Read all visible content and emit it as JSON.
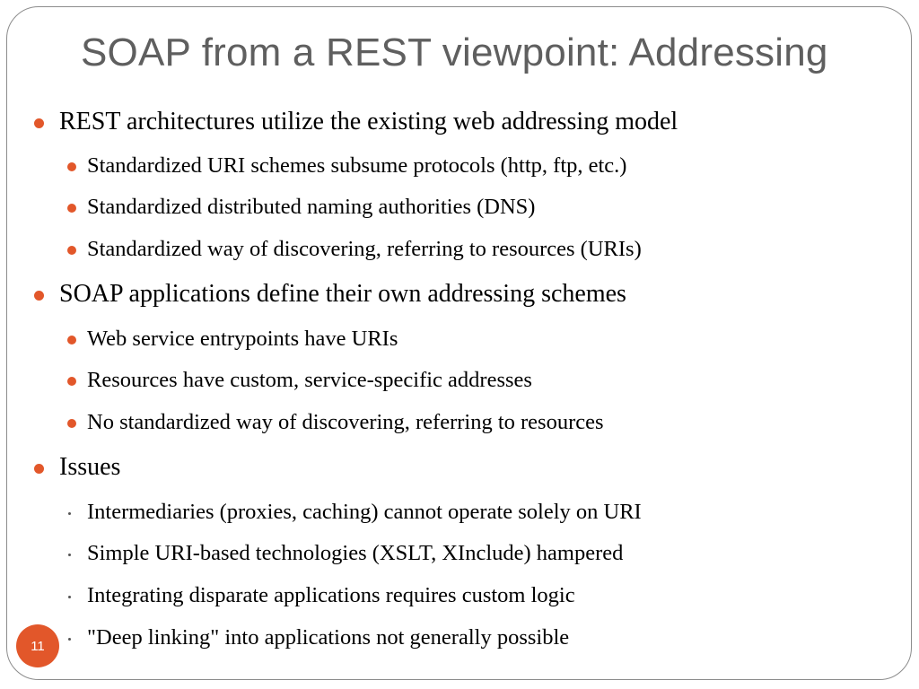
{
  "slide": {
    "title": "SOAP from a REST viewpoint: Addressing",
    "page_number": "11",
    "accent_color": "#e2572a",
    "bullets": [
      {
        "text": "REST architectures utilize the existing web addressing model",
        "children": [
          "Standardized URI schemes subsume protocols (http, ftp, etc.)",
          "Standardized distributed naming authorities (DNS)",
          "Standardized way of discovering, referring to resources (URIs)"
        ]
      },
      {
        "text": "SOAP applications define their own addressing schemes",
        "children": [
          "Web service entrypoints have URIs",
          "Resources have custom, service-specific addresses",
          "No standardized way of discovering, referring to resources"
        ]
      },
      {
        "text": "Issues",
        "children": [
          "Intermediaries (proxies, caching) cannot operate solely on URI",
          "Simple URI-based technologies (XSLT, XInclude) hampered",
          "Integrating disparate applications requires custom logic",
          "\"Deep linking\" into applications not generally possible"
        ]
      }
    ]
  }
}
